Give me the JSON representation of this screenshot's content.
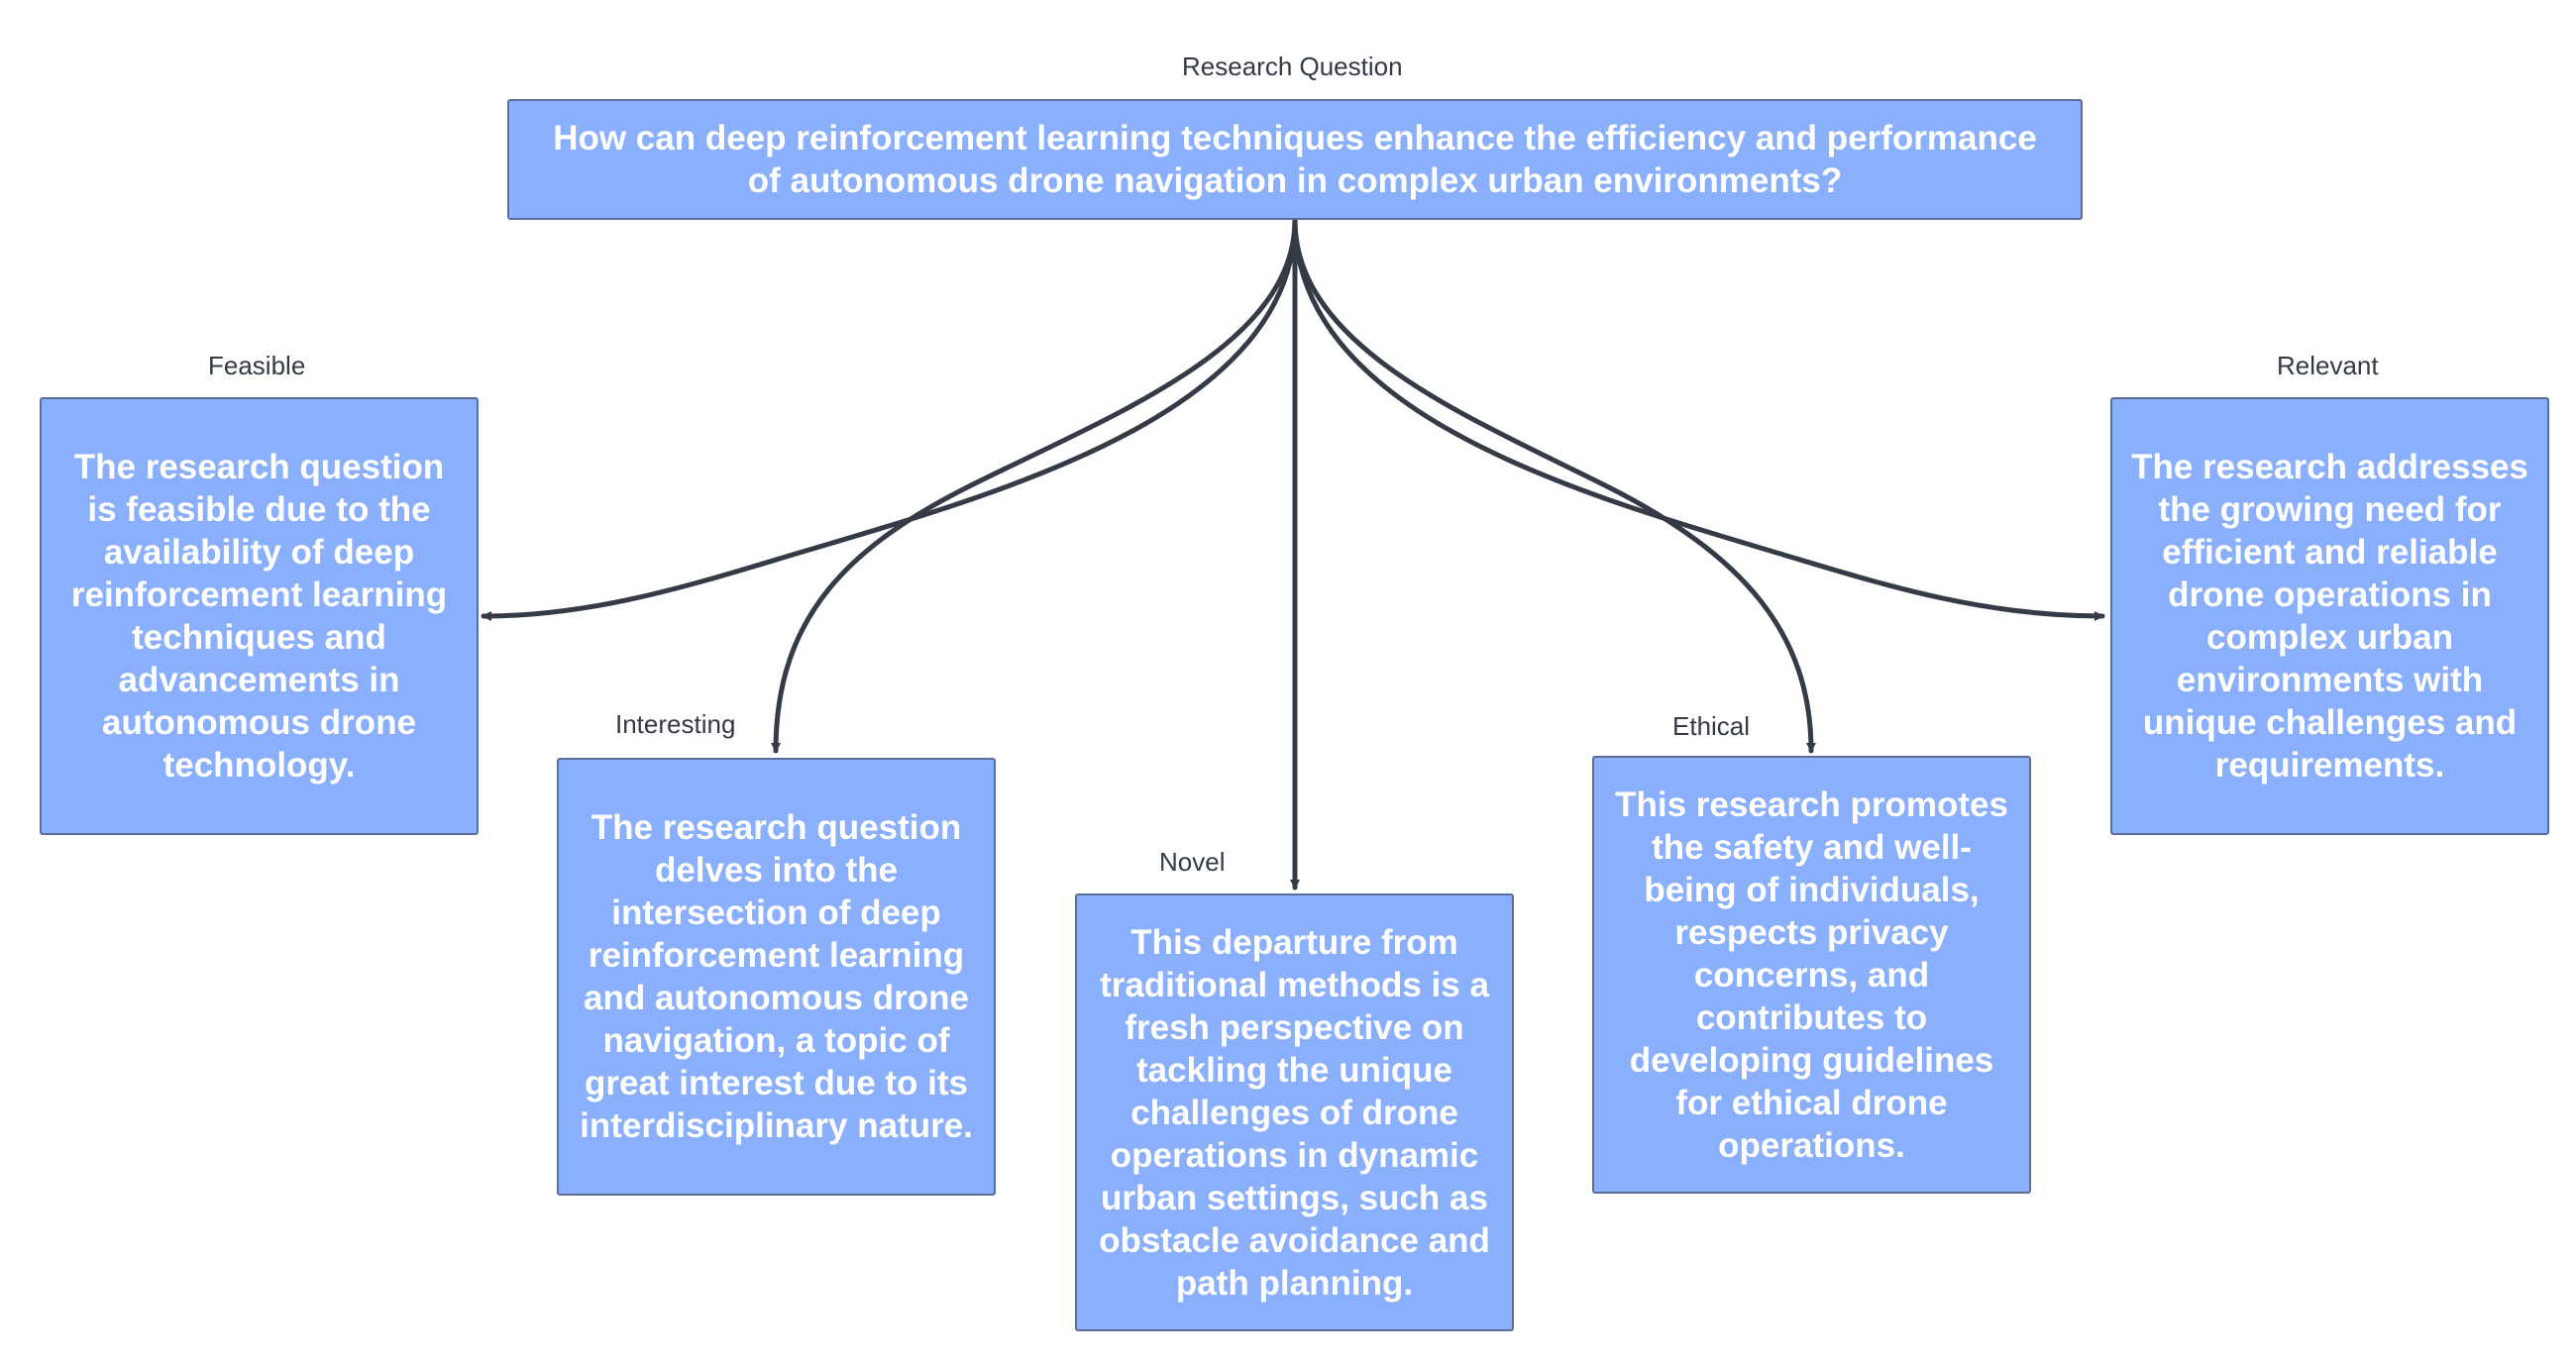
{
  "question": {
    "label": "Research Question",
    "text": "How can deep reinforcement learning techniques enhance the efficiency and performance of autonomous drone navigation in complex urban environments?"
  },
  "criteria": [
    {
      "label": "Feasible",
      "text": "The research question is feasible due to the availability of deep reinforcement learning techniques and advancements in autonomous drone technology."
    },
    {
      "label": "Interesting",
      "text": "The research question delves into the intersection of deep reinforcement learning and autonomous drone navigation, a topic of great interest due to its interdisciplinary nature."
    },
    {
      "label": "Novel",
      "text": "This departure from traditional methods is a fresh perspective on tackling the unique challenges of drone operations in dynamic urban settings, such as obstacle avoidance and path planning."
    },
    {
      "label": "Ethical",
      "text": "This research promotes the safety and well-being of individuals, respects privacy concerns, and contributes to developing guidelines for ethical drone operations."
    },
    {
      "label": "Relevant",
      "text": "The research addresses the growing need for efficient and reliable drone operations in complex urban environments with unique challenges and requirements."
    }
  ],
  "colors": {
    "box_fill": "#8aaffc",
    "box_border": "#5b6e9a",
    "connector": "#343b46",
    "label_text": "#333a44"
  }
}
